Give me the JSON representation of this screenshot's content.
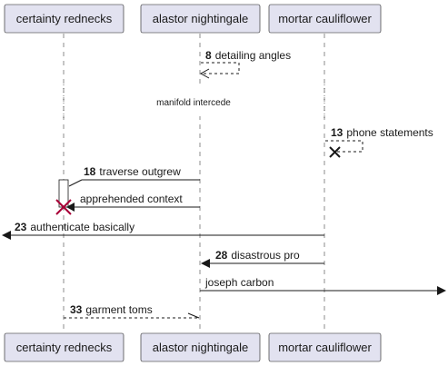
{
  "participants": [
    {
      "label": "certainty rednecks"
    },
    {
      "label": "alastor nightingale"
    },
    {
      "label": "mortar cauliflower"
    }
  ],
  "messages": [
    {
      "num": "8",
      "text": "detailing angles"
    },
    {
      "num": "",
      "text": "manifold intercede"
    },
    {
      "num": "13",
      "text": "phone statements"
    },
    {
      "num": "18",
      "text": "traverse outgrew"
    },
    {
      "num": "",
      "text": "apprehended context"
    },
    {
      "num": "23",
      "text": "authenticate basically"
    },
    {
      "num": "28",
      "text": "disastrous pro"
    },
    {
      "num": "",
      "text": "joseph carbon"
    },
    {
      "num": "33",
      "text": "garment toms"
    }
  ],
  "colors": {
    "actor_fill": "#e2e2f0",
    "destroy_mark": "#a80036",
    "line": "#181818"
  }
}
